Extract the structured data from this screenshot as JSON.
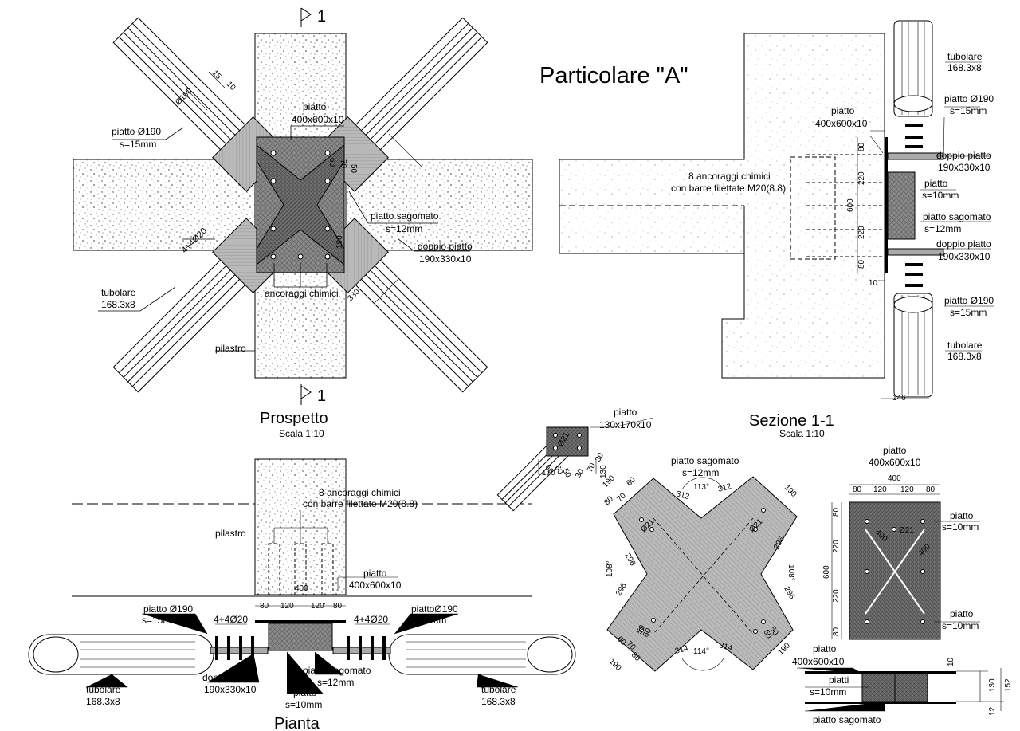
{
  "main_title": "Particolare \"A\"",
  "views": {
    "prospetto": {
      "title": "Prospetto",
      "scale": "Scala 1:10"
    },
    "sezione": {
      "title": "Sezione 1-1",
      "scale": "Scala 1:10"
    },
    "pianta": {
      "title": "Pianta"
    }
  },
  "section_marks": [
    "1",
    "1"
  ],
  "prospetto_labels": {
    "piatto": "piatto",
    "piatto_dim": "400x600x10",
    "piatto190": "piatto Ø190",
    "s15": "s=15mm",
    "sagomato": "piatto sagomato",
    "s12": "s=12mm",
    "doppio": "doppio piatto",
    "doppio_dim": "190x330x10",
    "ancoraggi": "ancoraggi chimici",
    "tubolare": "tubolare",
    "tubolare_dim": "168.3x8",
    "bars": "4+4Ø20",
    "pilastro": "pilastro",
    "d_190": "190",
    "d_330": "330",
    "d_phi190": "Ø190",
    "d_15": "15",
    "d_10": "10",
    "d_50": "50",
    "d_60": "60",
    "d_70": "70"
  },
  "sezione_labels": {
    "tubolare": "tubolare",
    "tubolare_dim": "168.3x8",
    "piatto190": "piatto Ø190",
    "s15": "s=15mm",
    "piatto": "piatto",
    "piatto_dim": "400x600x10",
    "doppio": "doppio piatto",
    "doppio_dim": "190x330x10",
    "ancoraggi_1": "8 ancoraggi chimici",
    "ancoraggi_2": "con barre filettate M20(8.8)",
    "piatto_s10": "piatto",
    "s10": "s=10mm",
    "sagomato": "piatto sagomato",
    "s12": "s=12mm",
    "d_80": "80",
    "d_220": "220",
    "d_600": "600",
    "d_10": "10",
    "d_146": "146"
  },
  "pianta_labels": {
    "ancoraggi_1": "8 ancoraggi chimici",
    "ancoraggi_2": "con barre filettate M20(8.8)",
    "pilastro": "pilastro",
    "piatto": "piatto",
    "piatto_dim": "400x600x10",
    "piatto190_l": "piatto Ø190",
    "piatto190_r": "piattoØ190",
    "s15": "s=15mm",
    "bars": "4+4Ø20",
    "doppio": "doppio piatto",
    "doppio_dim": "190x330x10",
    "sagomato": "piatto sagomato",
    "s12": "s=12mm",
    "piatto_s10": "piatto",
    "s10": "s=10mm",
    "tubolare": "tubolare",
    "tubolare_dim": "168.3x8",
    "d_400": "400",
    "d_80": "80",
    "d_120": "120",
    "d_120b": "120'"
  },
  "detail_small": {
    "piatto": "piatto",
    "piatto_dim": "130x170x10",
    "d_phi21": "Ø21",
    "d_60": "60",
    "d_50": "50",
    "d_70": "70",
    "d_30": "30",
    "d_170": "170",
    "d_130": "130"
  },
  "detail_cross": {
    "sagomato": "piatto sagomato",
    "s12": "s=12mm",
    "d_312": "312",
    "d_113": "113°",
    "d_114": "114°",
    "d_314": "314",
    "d_296": "296",
    "d_108": "108°",
    "d_190": "190",
    "d_60": "60",
    "d_70": "70",
    "d_80": "80",
    "d_50": "50",
    "d_phi21": "Ø21"
  },
  "detail_plate": {
    "piatto": "piatto",
    "piatto_dim": "400x600x10",
    "d_400": "400",
    "d_80": "80",
    "d_120": "120",
    "d_220": "220",
    "d_600": "600",
    "d_phi21": "Ø21",
    "s10": "s=10mm",
    "piatto_s10": "piatto"
  },
  "detail_bottom": {
    "piatto": "piatto",
    "piatto_dim": "400x600x10",
    "piatti": "piatti",
    "s10": "s=10mm",
    "sagomato": "piatto sagomato",
    "d_10": "10",
    "d_130": "130",
    "d_152": "152",
    "d_12": "12"
  }
}
